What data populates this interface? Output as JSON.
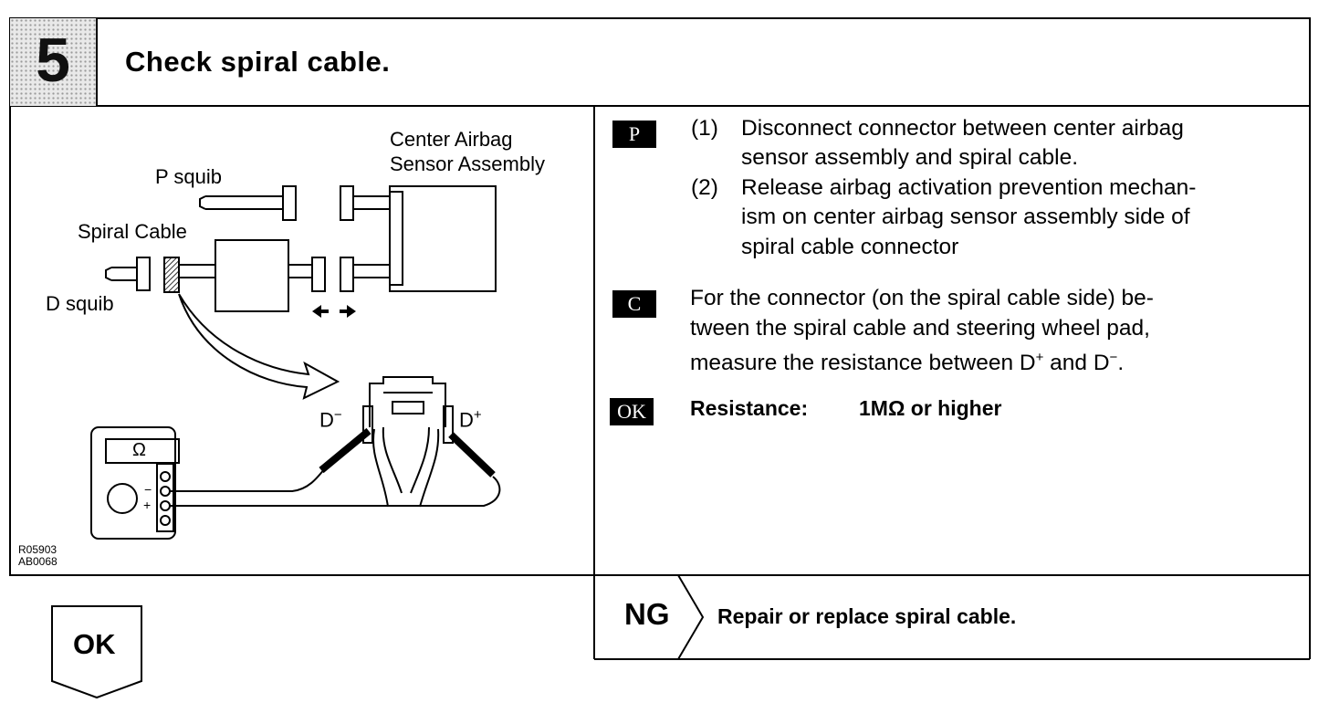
{
  "step": {
    "number": "5",
    "title": "Check spiral cable."
  },
  "diagram": {
    "center_airbag_label_1": "Center Airbag",
    "center_airbag_label_2": "Sensor Assembly",
    "p_squib": "P squib",
    "spiral_cable": "Spiral Cable",
    "d_squib": "D squib",
    "d_minus": "D",
    "d_minus_sup": "−",
    "d_plus": "D",
    "d_plus_sup": "+",
    "meter_symbol": "Ω",
    "meter_minus": "−",
    "meter_plus": "+",
    "code_1": "R05903",
    "code_2": "AB0068"
  },
  "prep": {
    "badge": "P",
    "items": [
      {
        "num": "(1)",
        "line1": "Disconnect connector between center airbag",
        "line2": "sensor assembly and spiral cable."
      },
      {
        "num": "(2)",
        "line1": "Release airbag activation prevention mechan-",
        "line2": "ism on center airbag sensor assembly side of",
        "line3": "spiral cable connector"
      }
    ]
  },
  "check": {
    "badge": "C",
    "line1": "For the connector (on the spiral cable side) be-",
    "line2": "tween the spiral cable and steering wheel pad,",
    "line3_pre": "measure the resistance between D",
    "line3_sup1": "+",
    "line3_mid": " and D",
    "line3_sup2": "−",
    "line3_end": "."
  },
  "ok_spec": {
    "badge": "OK",
    "label": "Resistance:",
    "value": "1MΩ or higher"
  },
  "ng": {
    "label": "NG",
    "action": "Repair or replace spiral cable."
  },
  "ok_result": {
    "label": "OK"
  }
}
